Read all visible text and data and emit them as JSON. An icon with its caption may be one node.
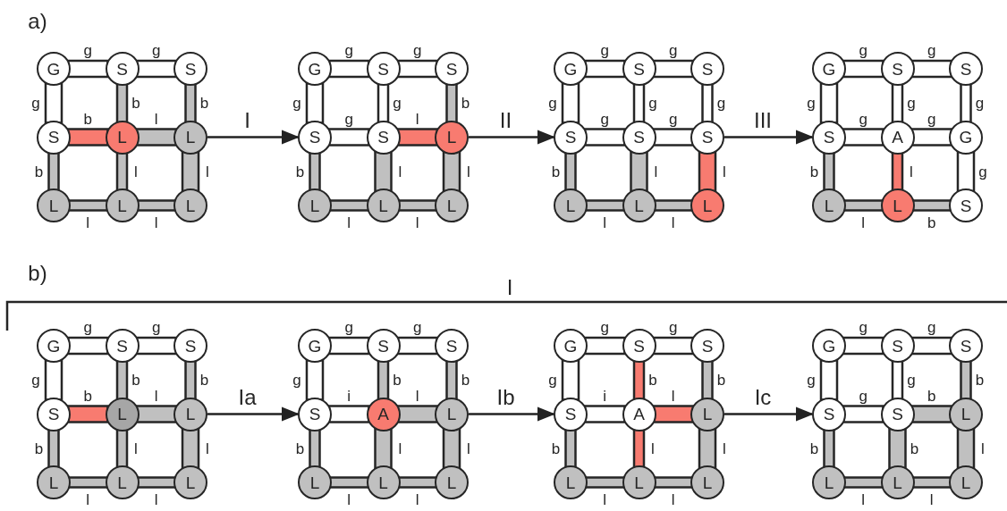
{
  "diagram": {
    "nodes": [
      {
        "text": [
          "G"
        ]
      },
      {
        "text": [
          "S"
        ]
      },
      {
        "text": [
          "S"
        ]
      },
      {
        "text": [
          "S"
        ]
      },
      {
        "text": [
          "L"
        ]
      },
      {
        "text": [
          "L"
        ]
      },
      {
        "text": [
          "L"
        ]
      },
      {
        "text": [
          "L"
        ]
      },
      {
        "text": [
          "L"
        ]
      },
      {
        "text": [
          "G"
        ]
      },
      {
        "text": [
          "S"
        ]
      },
      {
        "text": [
          "S"
        ]
      },
      {
        "text": [
          "S"
        ]
      },
      {
        "text": [
          "S"
        ]
      },
      {
        "text": [
          "L"
        ]
      },
      {
        "text": [
          "L"
        ]
      },
      {
        "text": [
          "L"
        ]
      },
      {
        "text": [
          "L"
        ]
      },
      {
        "text": [
          "G"
        ]
      },
      {
        "text": [
          "S"
        ]
      },
      {
        "text": [
          "S"
        ]
      },
      {
        "text": [
          "S"
        ]
      },
      {
        "text": [
          "S"
        ]
      },
      {
        "text": [
          "S"
        ]
      },
      {
        "text": [
          "L"
        ]
      },
      {
        "text": [
          "L"
        ]
      },
      {
        "text": [
          "L"
        ]
      },
      {
        "text": [
          "G"
        ]
      },
      {
        "text": [
          "S"
        ]
      },
      {
        "text": [
          "S"
        ]
      },
      {
        "text": [
          "S"
        ]
      },
      {
        "text": [
          "A"
        ]
      },
      {
        "text": [
          "G"
        ]
      },
      {
        "text": [
          "L"
        ]
      },
      {
        "text": [
          "L"
        ]
      },
      {
        "text": [
          "S"
        ]
      },
      {
        "text": [
          "G"
        ]
      },
      {
        "text": [
          "S"
        ]
      },
      {
        "text": [
          "S"
        ]
      },
      {
        "text": [
          "S"
        ]
      },
      {
        "text": [
          "L"
        ]
      },
      {
        "text": [
          "L"
        ]
      },
      {
        "text": [
          "L"
        ]
      },
      {
        "text": [
          "L"
        ]
      },
      {
        "text": [
          "L"
        ]
      },
      {
        "text": [
          "G"
        ]
      },
      {
        "text": [
          "S"
        ]
      },
      {
        "text": [
          "S"
        ]
      },
      {
        "text": [
          "S"
        ]
      },
      {
        "text": [
          "A"
        ]
      },
      {
        "text": [
          "L"
        ]
      },
      {
        "text": [
          "L"
        ]
      },
      {
        "text": [
          "L"
        ]
      },
      {
        "text": [
          "L"
        ]
      },
      {
        "text": [
          "G"
        ]
      },
      {
        "text": [
          "S"
        ]
      },
      {
        "text": [
          "S"
        ]
      },
      {
        "text": [
          "S"
        ]
      },
      {
        "text": [
          "A"
        ]
      },
      {
        "text": [
          "L"
        ]
      },
      {
        "text": [
          "L"
        ]
      },
      {
        "text": [
          "L"
        ]
      },
      {
        "text": [
          "L"
        ]
      },
      {
        "text": [
          "G"
        ]
      },
      {
        "text": [
          "S"
        ]
      },
      {
        "text": [
          "S"
        ]
      },
      {
        "text": [
          "S"
        ]
      },
      {
        "text": [
          "S"
        ]
      },
      {
        "text": [
          "L"
        ]
      },
      {
        "text": [
          "L"
        ]
      },
      {
        "text": [
          "L"
        ]
      },
      {
        "text": [
          "L"
        ]
      }
    ],
    "edges": [
      {
        "from": 0,
        "to": 1,
        "arrow": "none",
        "label": "g",
        "color": "#ffffff",
        "style": "thick"
      },
      {
        "from": 1,
        "to": 2,
        "arrow": "none",
        "label": "g",
        "color": "#ffffff",
        "style": "thick"
      },
      {
        "from": 0,
        "to": 3,
        "arrow": "none",
        "label": "g",
        "color": "#ffffff",
        "style": "thick"
      },
      {
        "from": 1,
        "to": 4,
        "arrow": "none",
        "label": "b"
      },
      {
        "from": 2,
        "to": 5,
        "arrow": "none",
        "label": "b"
      },
      {
        "from": 3,
        "to": 4,
        "arrow": "none",
        "label": "b",
        "color": "#f87b70",
        "style": "thick"
      },
      {
        "from": 4,
        "to": 5,
        "arrow": "none",
        "label": "l",
        "style": "thick"
      },
      {
        "from": 3,
        "to": 6,
        "arrow": "none",
        "label": "b"
      },
      {
        "from": 4,
        "to": 7,
        "arrow": "none",
        "label": "l"
      },
      {
        "from": 5,
        "to": 8,
        "arrow": "none",
        "label": "l",
        "style": "thick"
      },
      {
        "from": 6,
        "to": 7,
        "arrow": "none",
        "label": "l"
      },
      {
        "from": 7,
        "to": 8,
        "arrow": "none",
        "label": "l"
      },
      {
        "from": 9,
        "to": 10,
        "arrow": "none",
        "label": "g",
        "color": "#ffffff",
        "style": "thick"
      },
      {
        "from": 10,
        "to": 11,
        "arrow": "none",
        "label": "g",
        "color": "#ffffff",
        "style": "thick"
      },
      {
        "from": 9,
        "to": 12,
        "arrow": "none",
        "label": "g",
        "color": "#ffffff",
        "style": "thick"
      },
      {
        "from": 10,
        "to": 13,
        "arrow": "none",
        "label": "g",
        "color": "#ffffff"
      },
      {
        "from": 11,
        "to": 14,
        "arrow": "none",
        "label": "b"
      },
      {
        "from": 12,
        "to": 13,
        "arrow": "none",
        "label": "g",
        "color": "#ffffff",
        "style": "thick"
      },
      {
        "from": 13,
        "to": 14,
        "arrow": "none",
        "label": "l",
        "color": "#f87b70",
        "style": "thick"
      },
      {
        "from": 12,
        "to": 15,
        "arrow": "none",
        "label": "b"
      },
      {
        "from": 13,
        "to": 16,
        "arrow": "none",
        "label": "l",
        "style": "thick"
      },
      {
        "from": 14,
        "to": 17,
        "arrow": "none",
        "label": "l",
        "style": "thick"
      },
      {
        "from": 15,
        "to": 16,
        "arrow": "none",
        "label": "l"
      },
      {
        "from": 16,
        "to": 17,
        "arrow": "none",
        "label": "l"
      },
      {
        "from": 18,
        "to": 19,
        "arrow": "none",
        "label": "g",
        "color": "#ffffff",
        "style": "thick"
      },
      {
        "from": 19,
        "to": 20,
        "arrow": "none",
        "label": "g",
        "color": "#ffffff",
        "style": "thick"
      },
      {
        "from": 18,
        "to": 21,
        "arrow": "none",
        "label": "g",
        "color": "#ffffff",
        "style": "thick"
      },
      {
        "from": 19,
        "to": 22,
        "arrow": "none",
        "label": "g",
        "color": "#ffffff"
      },
      {
        "from": 20,
        "to": 23,
        "arrow": "none",
        "label": "g",
        "color": "#ffffff"
      },
      {
        "from": 21,
        "to": 22,
        "arrow": "none",
        "label": "g",
        "color": "#ffffff",
        "style": "thick"
      },
      {
        "from": 22,
        "to": 23,
        "arrow": "none",
        "label": "g",
        "color": "#ffffff",
        "style": "thick"
      },
      {
        "from": 21,
        "to": 24,
        "arrow": "none",
        "label": "b"
      },
      {
        "from": 22,
        "to": 25,
        "arrow": "none",
        "label": "l",
        "style": "thick"
      },
      {
        "from": 23,
        "to": 26,
        "arrow": "none",
        "label": "l",
        "color": "#f87b70",
        "style": "thick"
      },
      {
        "from": 24,
        "to": 25,
        "arrow": "none",
        "label": "l"
      },
      {
        "from": 25,
        "to": 26,
        "arrow": "none",
        "label": "l"
      },
      {
        "from": 27,
        "to": 28,
        "arrow": "none",
        "label": "g",
        "color": "#ffffff",
        "style": "thick"
      },
      {
        "from": 28,
        "to": 29,
        "arrow": "none",
        "label": "g",
        "color": "#ffffff",
        "style": "thick"
      },
      {
        "from": 27,
        "to": 30,
        "arrow": "none",
        "label": "g",
        "color": "#ffffff",
        "style": "thick"
      },
      {
        "from": 28,
        "to": 31,
        "arrow": "none",
        "label": "g",
        "color": "#ffffff"
      },
      {
        "from": 29,
        "to": 32,
        "arrow": "none",
        "label": "g",
        "color": "#ffffff"
      },
      {
        "from": 30,
        "to": 31,
        "arrow": "none",
        "label": "g",
        "color": "#ffffff",
        "style": "thick"
      },
      {
        "from": 31,
        "to": 32,
        "arrow": "none",
        "label": "g",
        "color": "#ffffff",
        "style": "thick"
      },
      {
        "from": 30,
        "to": 33,
        "arrow": "none",
        "label": "b"
      },
      {
        "from": 31,
        "to": 34,
        "arrow": "none",
        "label": "l",
        "color": "#f87b70"
      },
      {
        "from": 32,
        "to": 35,
        "arrow": "none",
        "label": "g",
        "color": "#ffffff",
        "style": "thick"
      },
      {
        "from": 33,
        "to": 34,
        "arrow": "none",
        "label": "l"
      },
      {
        "from": 34,
        "to": 35,
        "arrow": "none",
        "label": "b"
      },
      {
        "from": 36,
        "to": 37,
        "arrow": "none",
        "label": "g",
        "color": "#ffffff",
        "style": "thick"
      },
      {
        "from": 37,
        "to": 38,
        "arrow": "none",
        "label": "g",
        "color": "#ffffff",
        "style": "thick"
      },
      {
        "from": 36,
        "to": 39,
        "arrow": "none",
        "label": "g",
        "color": "#ffffff",
        "style": "thick"
      },
      {
        "from": 37,
        "to": 40,
        "arrow": "none",
        "label": "b"
      },
      {
        "from": 38,
        "to": 41,
        "arrow": "none",
        "label": "b"
      },
      {
        "from": 39,
        "to": 40,
        "arrow": "none",
        "label": "b",
        "color": "#f87b70",
        "style": "thick"
      },
      {
        "from": 40,
        "to": 41,
        "arrow": "none",
        "label": "l",
        "style": "thick"
      },
      {
        "from": 39,
        "to": 42,
        "arrow": "none",
        "label": "b"
      },
      {
        "from": 40,
        "to": 43,
        "arrow": "none",
        "label": "l"
      },
      {
        "from": 41,
        "to": 44,
        "arrow": "none",
        "label": "l",
        "style": "thick"
      },
      {
        "from": 42,
        "to": 43,
        "arrow": "none",
        "label": "l"
      },
      {
        "from": 43,
        "to": 44,
        "arrow": "none",
        "label": "l"
      },
      {
        "from": 45,
        "to": 46,
        "arrow": "none",
        "label": "g",
        "color": "#ffffff",
        "style": "thick"
      },
      {
        "from": 46,
        "to": 47,
        "arrow": "none",
        "label": "g",
        "color": "#ffffff",
        "style": "thick"
      },
      {
        "from": 45,
        "to": 48,
        "arrow": "none",
        "label": "g",
        "color": "#ffffff",
        "style": "thick"
      },
      {
        "from": 46,
        "to": 49,
        "arrow": "none",
        "label": "b"
      },
      {
        "from": 47,
        "to": 50,
        "arrow": "none",
        "label": "b"
      },
      {
        "from": 48,
        "to": 49,
        "arrow": "none",
        "label": "i",
        "color": "#ffffff",
        "style": "thick"
      },
      {
        "from": 49,
        "to": 50,
        "arrow": "none",
        "label": "l",
        "style": "thick"
      },
      {
        "from": 48,
        "to": 51,
        "arrow": "none",
        "label": "b"
      },
      {
        "from": 49,
        "to": 52,
        "arrow": "none",
        "label": "l",
        "style": "thick"
      },
      {
        "from": 50,
        "to": 53,
        "arrow": "none",
        "label": "l",
        "style": "thick"
      },
      {
        "from": 51,
        "to": 52,
        "arrow": "none",
        "label": "l"
      },
      {
        "from": 52,
        "to": 53,
        "arrow": "none",
        "label": "l"
      },
      {
        "from": 54,
        "to": 55,
        "arrow": "none",
        "label": "g",
        "color": "#ffffff",
        "style": "thick"
      },
      {
        "from": 55,
        "to": 56,
        "arrow": "none",
        "label": "g",
        "color": "#ffffff",
        "style": "thick"
      },
      {
        "from": 54,
        "to": 57,
        "arrow": "none",
        "label": "g",
        "color": "#ffffff",
        "style": "thick"
      },
      {
        "from": 55,
        "to": 58,
        "arrow": "none",
        "label": "b",
        "color": "#f87b70"
      },
      {
        "from": 56,
        "to": 59,
        "arrow": "none",
        "label": "b"
      },
      {
        "from": 57,
        "to": 58,
        "arrow": "none",
        "label": "i",
        "color": "#ffffff",
        "style": "thick"
      },
      {
        "from": 58,
        "to": 59,
        "arrow": "none",
        "label": "l",
        "color": "#f87b70",
        "style": "thick"
      },
      {
        "from": 57,
        "to": 60,
        "arrow": "none",
        "label": "b"
      },
      {
        "from": 58,
        "to": 61,
        "arrow": "none",
        "label": "l",
        "color": "#f87b70"
      },
      {
        "from": 59,
        "to": 62,
        "arrow": "none",
        "label": "l",
        "style": "thick"
      },
      {
        "from": 60,
        "to": 61,
        "arrow": "none",
        "label": "l"
      },
      {
        "from": 61,
        "to": 62,
        "arrow": "none",
        "label": "l"
      },
      {
        "from": 63,
        "to": 64,
        "arrow": "none",
        "label": "g",
        "color": "#ffffff",
        "style": "thick"
      },
      {
        "from": 64,
        "to": 65,
        "arrow": "none",
        "label": "g",
        "color": "#ffffff",
        "style": "thick"
      },
      {
        "from": 63,
        "to": 66,
        "arrow": "none",
        "label": "g",
        "color": "#ffffff",
        "style": "thick"
      },
      {
        "from": 64,
        "to": 67,
        "arrow": "none",
        "label": "g",
        "color": "#ffffff"
      },
      {
        "from": 65,
        "to": 68,
        "arrow": "none",
        "label": "b"
      },
      {
        "from": 66,
        "to": 67,
        "arrow": "none",
        "label": "g",
        "color": "#ffffff",
        "style": "thick"
      },
      {
        "from": 67,
        "to": 68,
        "arrow": "none",
        "label": "b",
        "style": "thick"
      },
      {
        "from": 66,
        "to": 69,
        "arrow": "none",
        "label": "b"
      },
      {
        "from": 67,
        "to": 70,
        "arrow": "none",
        "label": "b",
        "style": "thick"
      },
      {
        "from": 68,
        "to": 71,
        "arrow": "none",
        "label": "l",
        "style": "thick"
      },
      {
        "from": 69,
        "to": 70,
        "arrow": "none",
        "label": "l"
      },
      {
        "from": 70,
        "to": 71,
        "arrow": "none",
        "label": "l"
      },
      {
        "from": 5,
        "to": 12,
        "arrow": "to",
        "label": "I",
        "color": "#222222"
      },
      {
        "from": 14,
        "to": 21,
        "arrow": "to",
        "label": "II",
        "color": "#222222"
      },
      {
        "from": 23,
        "to": 30,
        "arrow": "to",
        "label": "III",
        "color": "#222222"
      },
      {
        "from": 41,
        "to": 48,
        "arrow": "to",
        "label": "Ia",
        "color": "#222222"
      },
      {
        "from": 50,
        "to": 57,
        "arrow": "to",
        "label": "Ib",
        "color": "#222222"
      },
      {
        "from": 59,
        "to": 66,
        "arrow": "to",
        "label": "Ic",
        "color": "#222222"
      }
    ],
    "labels": [
      "a)",
      "b)",
      "I"
    ]
  }
}
